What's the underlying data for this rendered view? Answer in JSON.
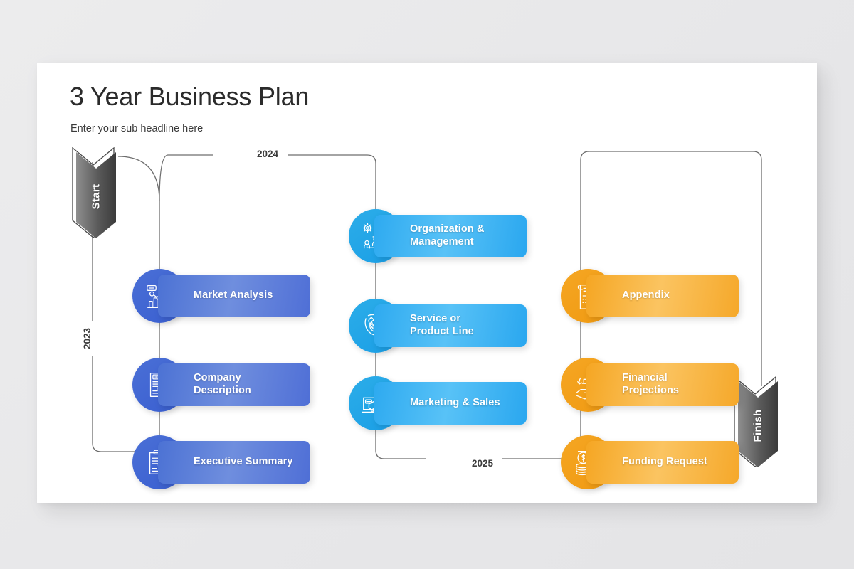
{
  "header": {
    "title": "3 Year Business Plan",
    "subtitle": "Enter your sub headline here"
  },
  "markers": {
    "start": "Start",
    "finish": "Finish"
  },
  "years": {
    "y2023": "2023",
    "y2024": "2024",
    "y2025": "2025"
  },
  "colors": {
    "blue_chip_start": "#4c72d4",
    "blue_chip_end": "#4f6fd6",
    "blue_bubble": "#3a5fd0",
    "cyan_chip_start": "#2eaaf0",
    "cyan_chip_end": "#2aa7ef",
    "cyan_bubble": "#1a9ee6",
    "orange_chip_start": "#f5a623",
    "orange_chip_end": "#f5a82a",
    "orange_bubble": "#f09a12",
    "marker_gray_light": "#8a8a8a",
    "marker_gray_dark": "#3c3c3c",
    "connector_line": "#6d6d6d",
    "slide_background": "#ffffff",
    "page_background": "#e9e9eb",
    "title_text": "#2b2b2b"
  },
  "columns": [
    {
      "name": "2023",
      "accent": "blue",
      "items": [
        {
          "label": "Market Analysis",
          "icon": "market-analysis-chart-icon"
        },
        {
          "label": "Company\nDescription",
          "icon": "job-document-search-icon"
        },
        {
          "label": "Executive Summary",
          "icon": "clipboard-check-search-icon"
        }
      ]
    },
    {
      "name": "2024",
      "accent": "cyan",
      "items": [
        {
          "label": "Organization &\nManagement",
          "icon": "org-team-gear-growth-icon"
        },
        {
          "label": "Service or\nProduct Line",
          "icon": "phone-24-7-support-icon"
        },
        {
          "label": "Marketing & Sales",
          "icon": "megaphone-discount-screen-icon"
        }
      ]
    },
    {
      "name": "2025",
      "accent": "orange",
      "items": [
        {
          "label": "Appendix",
          "icon": "document-pages-pen-icon"
        },
        {
          "label": "Financial\nProjections",
          "icon": "hand-bar-chart-icon"
        },
        {
          "label": "Funding Request",
          "icon": "coins-dollar-report-icon"
        }
      ]
    }
  ]
}
